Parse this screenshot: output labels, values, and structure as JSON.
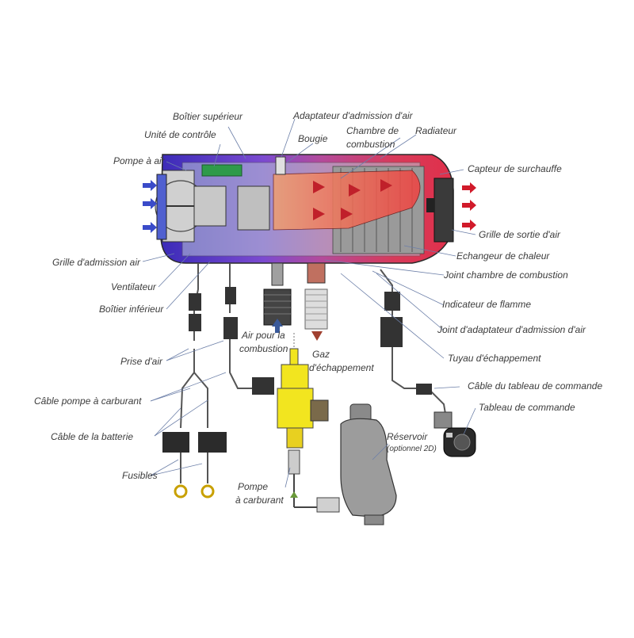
{
  "colors": {
    "intake_arrow": "#3a4bc9",
    "outlet_arrow": "#d11a2a",
    "cold_zone": "#5a2fc0",
    "hot_zone": "#e0304a",
    "fuel_pump": "#f2e51f",
    "leader_line": "#6c7fa8",
    "casing": "#8a8a8a"
  },
  "labels": {
    "boitier_superieur": "Boîtier supérieur",
    "adaptateur_admission_air": "Adaptateur d'admission d'air",
    "unite_controle": "Unité de contrôle",
    "bougie": "Bougie",
    "chambre_combustion_l1": "Chambre de",
    "chambre_combustion_l2": "combustion",
    "radiateur": "Radiateur",
    "pompe_a_air": "Pompe à air",
    "capteur_surchauffe": "Capteur de surchauffe",
    "grille_sortie_air": "Grille de sortie d'air",
    "grille_admission_air": "Grille d'admission air",
    "echangeur_chaleur": "Echangeur de chaleur",
    "ventilateur": "Ventilateur",
    "joint_chambre_combustion": "Joint chambre de combustion",
    "boitier_inferieur": "Boîtier inférieur",
    "indicateur_flamme": "Indicateur de flamme",
    "joint_adaptateur": "Joint d'adaptateur d'admission d'air",
    "air_combustion_l1": "Air pour la",
    "air_combustion_l2": "combustion",
    "prise_air": "Prise d'air",
    "gaz_echappement_l1": "Gaz",
    "gaz_echappement_l2": "d'échappement",
    "tuyau_echappement": "Tuyau d'échappement",
    "cable_tableau_commande": "Câble du tableau de commande",
    "cable_pompe_carburant": "Câble pompe à carburant",
    "tableau_commande": "Tableau de commande",
    "cable_batterie": "Câble de la batterie",
    "reservoir": "Réservoir",
    "reservoir_option": "(optionnel 2D)",
    "fusibles": "Fusibles",
    "pompe_carburant_l1": "Pompe",
    "pompe_carburant_l2": "à carburant"
  }
}
